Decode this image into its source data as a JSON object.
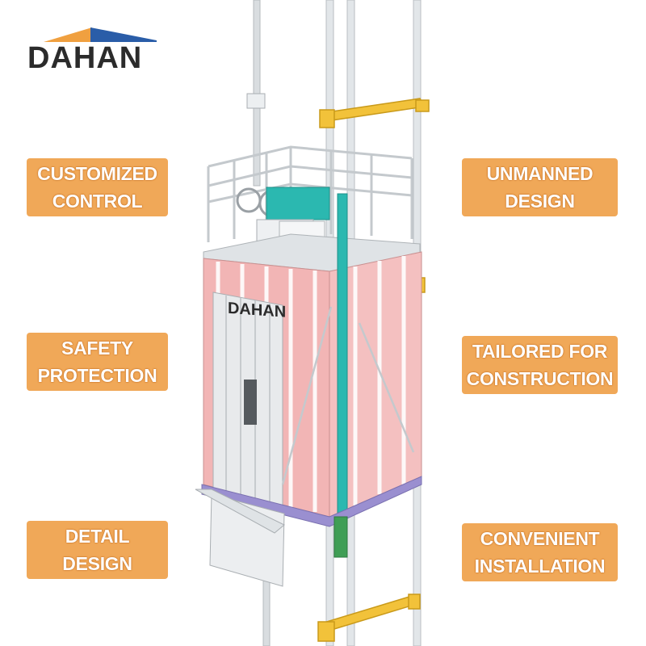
{
  "brand": {
    "name": "DAHAN",
    "roof_colors": [
      "#f0a040",
      "#2a5da8"
    ]
  },
  "cabin_logo": "DAHAN",
  "features": [
    {
      "line1": "CUSTOMIZED",
      "line2": "CONTROL"
    },
    {
      "line1": "UNMANNED",
      "line2": "DESIGN"
    },
    {
      "line1": "SAFETY",
      "line2": "PROTECTION"
    },
    {
      "line1": "TAILORED FOR",
      "line2": "CONSTRUCTION"
    },
    {
      "line1": "DETAIL",
      "line2": "DESIGN"
    },
    {
      "line1": "CONVENIENT",
      "line2": "INSTALLATION"
    }
  ],
  "colors": {
    "badge": "#f0a858",
    "cabin_pink": "#f2b5b5",
    "rail_yellow": "#f2c23a",
    "machine_teal": "#2bb8b0"
  }
}
